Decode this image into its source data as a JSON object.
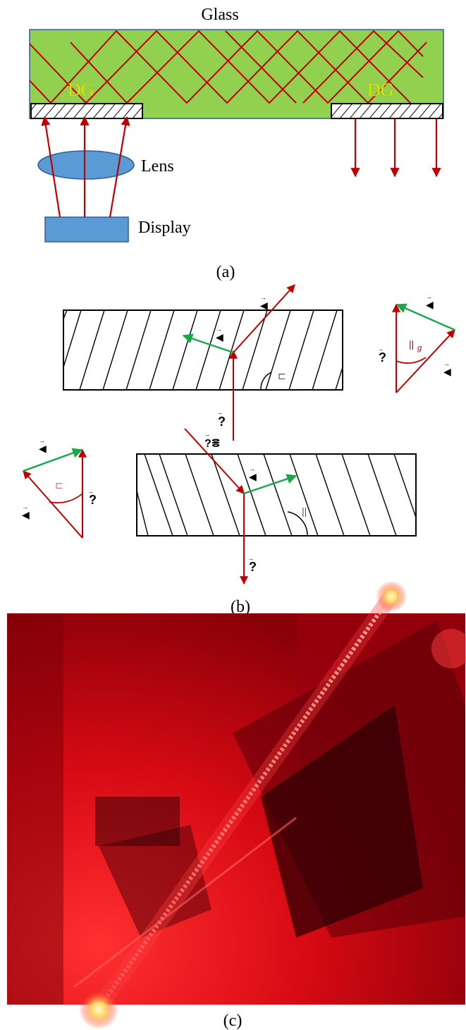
{
  "panel_a": {
    "glass_label": "Glass",
    "dg_left_label": "DG",
    "dg_right_label": "DG",
    "lens_label": "Lens",
    "display_label": "Display",
    "caption": "(a)"
  },
  "panel_b": {
    "caption": "(b)",
    "angle_top_label": "⊏",
    "angle_bottom_label": "||",
    "triangle_right_angle_label": "||",
    "triangle_right_subscript": "g",
    "triangle_left_angle_label": "⊏",
    "vector_arrow": "→",
    "glyph_k": "◀",
    "glyph_q": "?",
    "glyph_qq": "?ⴻ"
  },
  "panel_c": {
    "caption": "(c)"
  },
  "colors": {
    "glass_green": "#92d050",
    "glass_border": "#2e5f9e",
    "ray_red": "#c00000",
    "lens_blue": "#5b9bd5",
    "dg_label_yellow": "#e8e800",
    "vector_green": "#16a84a"
  }
}
